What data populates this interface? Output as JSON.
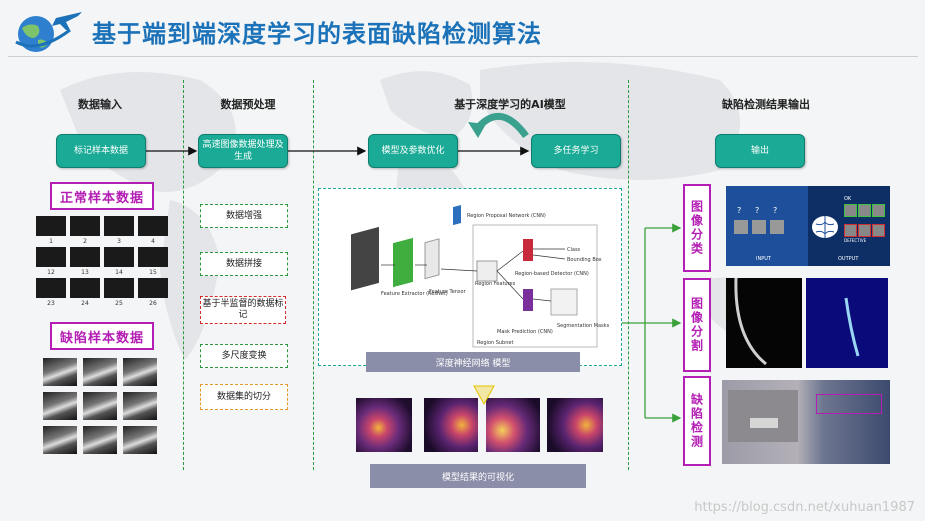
{
  "title": "基于端到端深度学习的表面缺陷检测算法",
  "headers": {
    "input": "数据输入",
    "preprocess": "数据预处理",
    "model": "基于深度学习的AI模型",
    "output": "缺陷检测结果输出"
  },
  "flow": {
    "label_data": "标记样本数据",
    "hq_image": "高速图像数据处理及生成",
    "tuning": "模型及参数优化",
    "multitask": "多任务学习",
    "output": "输出"
  },
  "samples": {
    "normal": "正常样本数据",
    "defect": "缺陷样本数据",
    "normal_numbers": [
      "1",
      "2",
      "3",
      "4",
      "12",
      "13",
      "14",
      "15",
      "23",
      "24",
      "25",
      "26"
    ]
  },
  "preprocess_items": {
    "augment": "数据增强",
    "stitch": "数据拼接",
    "semi": "基于半监督的数据标记",
    "multiscale": "多尺度变换",
    "split": "数据集的切分"
  },
  "diagram": {
    "rpn": "Region Proposal Network (CNN)",
    "class": "Class",
    "bbox": "Bounding Box",
    "detector": "Region-based Detector (CNN)",
    "extractor": "Feature Extractor (ResNet)",
    "tensor": "Feature Tensor",
    "features": "Region Features",
    "mask": "Mask Prediction (CNN)",
    "seg": "Segmentation Masks",
    "subnet": "Region Subnet"
  },
  "captions": {
    "network": "深度神经网络 模型",
    "vis": "模型结果的可视化"
  },
  "outputs": {
    "classify": "图像分类",
    "segment": "图像分割",
    "detect": "缺陷检测",
    "input_lbl": "INPUT",
    "output_lbl": "OUTPUT",
    "ok": "OK",
    "defective": "DEFECTIVE",
    "q": "?"
  },
  "watermark": "https://blog.csdn.net/xuhuan1987",
  "colors": {
    "title": "#1b72b8",
    "teal": "#1aaa95",
    "magenta": "#b41eb4",
    "green": "#2b9a3e"
  }
}
